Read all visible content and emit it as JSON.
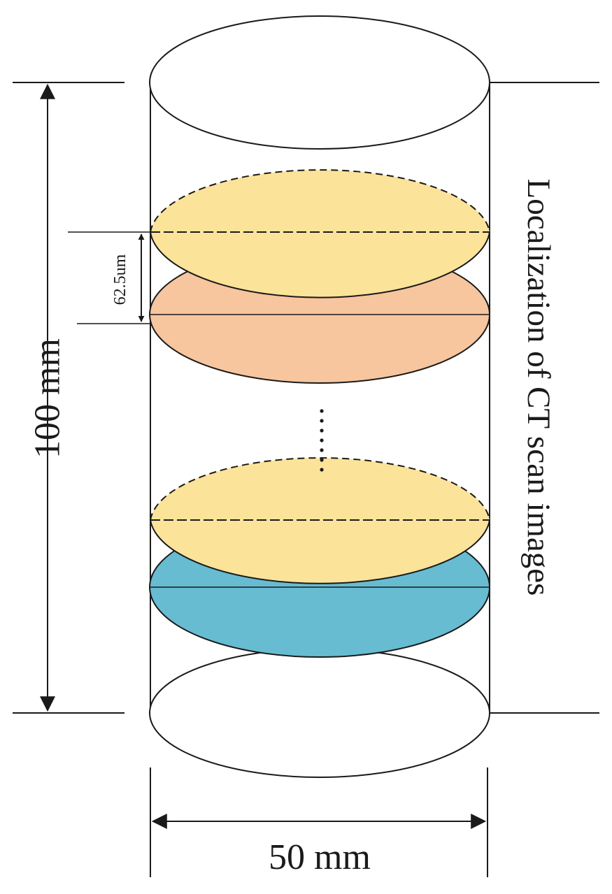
{
  "labels": {
    "height": "100 mm",
    "diameter": "50 mm",
    "spacing": "62.5um",
    "side_caption": "Localization of CT scan images"
  },
  "slices": [
    {
      "name": "slice-1",
      "color": "#fbe39a",
      "dashed_top": true
    },
    {
      "name": "slice-2",
      "color": "#f7c59e",
      "dashed_top": false
    },
    {
      "name": "slice-3",
      "color": "#fbe39a",
      "dashed_top": true
    },
    {
      "name": "slice-4",
      "color": "#67bcd2",
      "dashed_top": false
    }
  ],
  "colors": {
    "stroke": "#1a1a1a",
    "cylinder_fill": "#ffffff"
  }
}
